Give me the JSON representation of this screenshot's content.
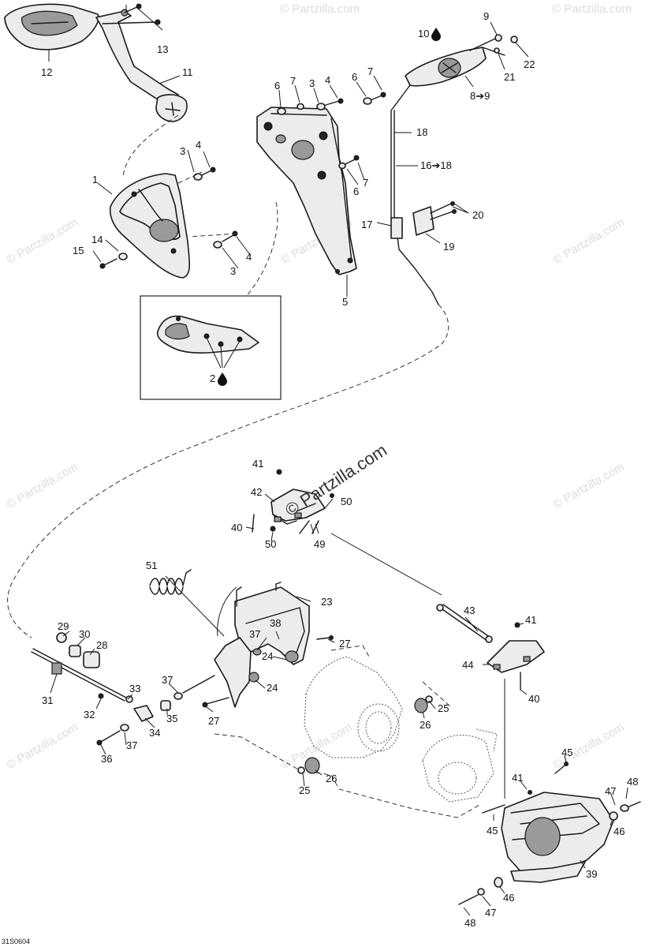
{
  "diagram": {
    "drawing_code": "31S0604",
    "watermark_main": "© Partzilla.com",
    "watermark_tile": "© Partzilla.com",
    "callouts": {
      "c1": "1",
      "c2": "2",
      "c3a": "3",
      "c3b": "3",
      "c3c": "3",
      "c4a": "4",
      "c4b": "4",
      "c4c": "4",
      "c5": "5",
      "c6a": "6",
      "c6b": "6",
      "c6c": "6",
      "c7a": "7",
      "c7b": "7",
      "c7c": "7",
      "c8": "8➔9",
      "c9": "9",
      "c10": "10",
      "c11": "11",
      "c12": "12",
      "c13": "13",
      "c14": "14",
      "c15": "15",
      "c16": "16➔18",
      "c17": "17",
      "c18": "18",
      "c19": "19",
      "c20": "20",
      "c21": "21",
      "c22": "22",
      "c23": "23",
      "c24a": "24",
      "c24b": "24",
      "c25a": "25",
      "c25b": "25",
      "c26a": "26",
      "c26b": "26",
      "c27a": "27",
      "c27b": "27",
      "c28": "28",
      "c29": "29",
      "c30": "30",
      "c31": "31",
      "c32": "32",
      "c33": "33",
      "c34": "34",
      "c35": "35",
      "c36": "36",
      "c37a": "37",
      "c37b": "37",
      "c37c": "37",
      "c38": "38",
      "c39": "39",
      "c40a": "40",
      "c40b": "40",
      "c41a": "41",
      "c41b": "41",
      "c41c": "41",
      "c42": "42",
      "c43": "43",
      "c44": "44",
      "c45a": "45",
      "c45b": "45",
      "c46a": "46",
      "c46b": "46",
      "c47a": "47",
      "c47b": "47",
      "c48a": "48",
      "c48b": "48",
      "c49": "49",
      "c50a": "50",
      "c50b": "50",
      "c51": "51"
    }
  }
}
